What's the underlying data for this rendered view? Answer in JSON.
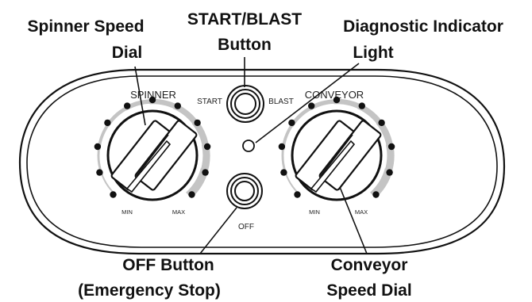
{
  "callouts": {
    "spinner_dial": [
      "Spinner Speed",
      "Dial"
    ],
    "start_blast_button": [
      "START/BLAST",
      "Button"
    ],
    "diagnostic_light": [
      "Diagnostic Indicator",
      "Light"
    ],
    "off_button": [
      "OFF Button",
      "(Emergency Stop)"
    ],
    "conveyor_dial": [
      "Conveyor",
      "Speed Dial"
    ]
  },
  "panel": {
    "spinner_label": "SPINNER",
    "conveyor_label": "CONVEYOR",
    "start_label": "START",
    "blast_label": "BLAST",
    "off_label": "OFF",
    "min_label": "MIN",
    "max_label": "MAX"
  },
  "colors": {
    "outline": "#111111",
    "scale_gray": "#c4c4c4",
    "dot": "#111111"
  }
}
